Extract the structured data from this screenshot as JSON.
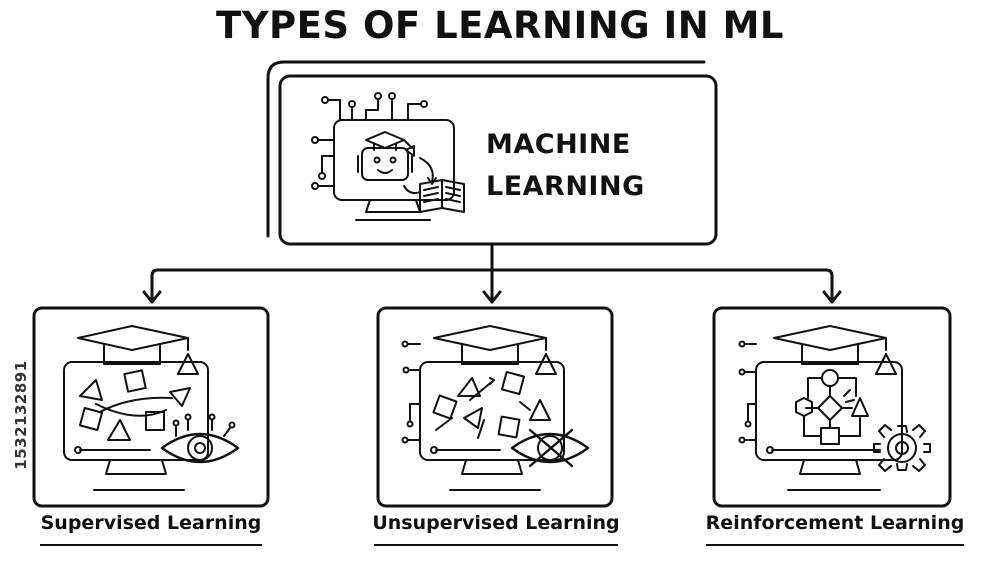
{
  "title": "TYPES OF LEARNING IN ML",
  "root": {
    "label_line1": "MACHINE",
    "label_line2": "LEARNING"
  },
  "children": [
    {
      "label": "Supervised Learning"
    },
    {
      "label": "Unsupervised Learning"
    },
    {
      "label": "Reinforcement Learning"
    }
  ],
  "watermark_id": "1532132891",
  "colors": {
    "ink": "#111111",
    "background": "#ffffff"
  },
  "icons": {
    "root": "robot-reading-book-icon",
    "supervised": "supervised-eye-icon",
    "unsupervised": "crossed-eye-icon",
    "reinforcement": "flowchart-gear-icon"
  }
}
